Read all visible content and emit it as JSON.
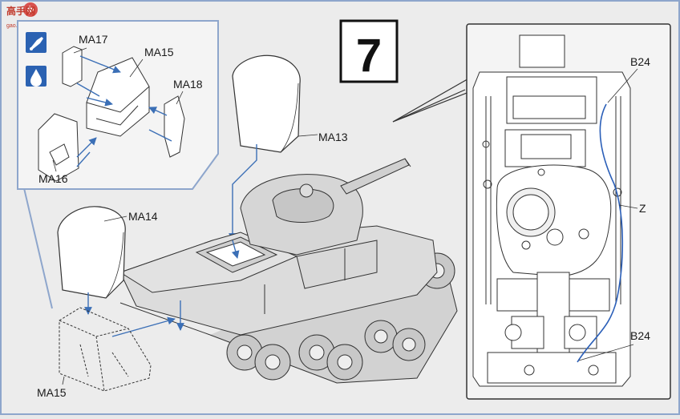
{
  "watermark": {
    "title": "高手网",
    "url": "gao.shou.com"
  },
  "step": {
    "number": "7"
  },
  "labels": {
    "ma17": "MA17",
    "ma15_inset": "MA15",
    "ma18": "MA18",
    "ma16": "MA16",
    "ma13": "MA13",
    "ma14": "MA14",
    "ma15_main": "MA15",
    "b24_top": "B24",
    "z": "Z",
    "b24_bottom": "B24"
  },
  "icons": [
    "glue-icon",
    "paint-drop-icon"
  ],
  "colors": {
    "arrow": "#3b6fb6",
    "callout": "#8ea6cc",
    "ink": "#222222",
    "wire": "#2b5fb8"
  }
}
